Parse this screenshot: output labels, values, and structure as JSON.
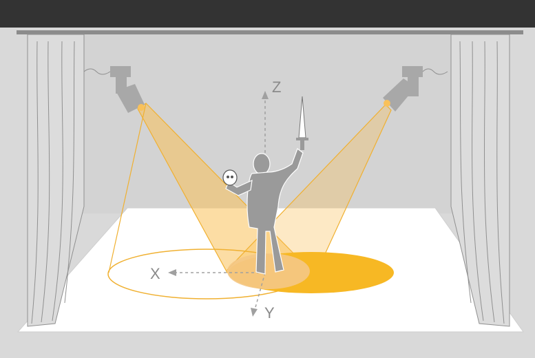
{
  "diagram": {
    "axes": {
      "x_label": "X",
      "y_label": "Y",
      "z_label": "Z"
    },
    "colors": {
      "background": "#d9d9d9",
      "top_bar": "#333333",
      "rail": "#8c8c8c",
      "back_wall": "#c8c8c8",
      "floor": "#ffffff",
      "curtain": "#dcdcdc",
      "curtain_line": "#8f8f8f",
      "beam_light": "#f9c15a",
      "beam_outline": "#f0b030",
      "spot_fill": "#f7b824",
      "spot_overlap": "#f4c886",
      "figure": "#9a9a9a",
      "fixture": "#a8a8a8",
      "axis": "#a0a0a0"
    },
    "icons": [
      "moving-head-light-icon",
      "actor-figure-icon",
      "skull-icon",
      "dagger-icon"
    ]
  }
}
